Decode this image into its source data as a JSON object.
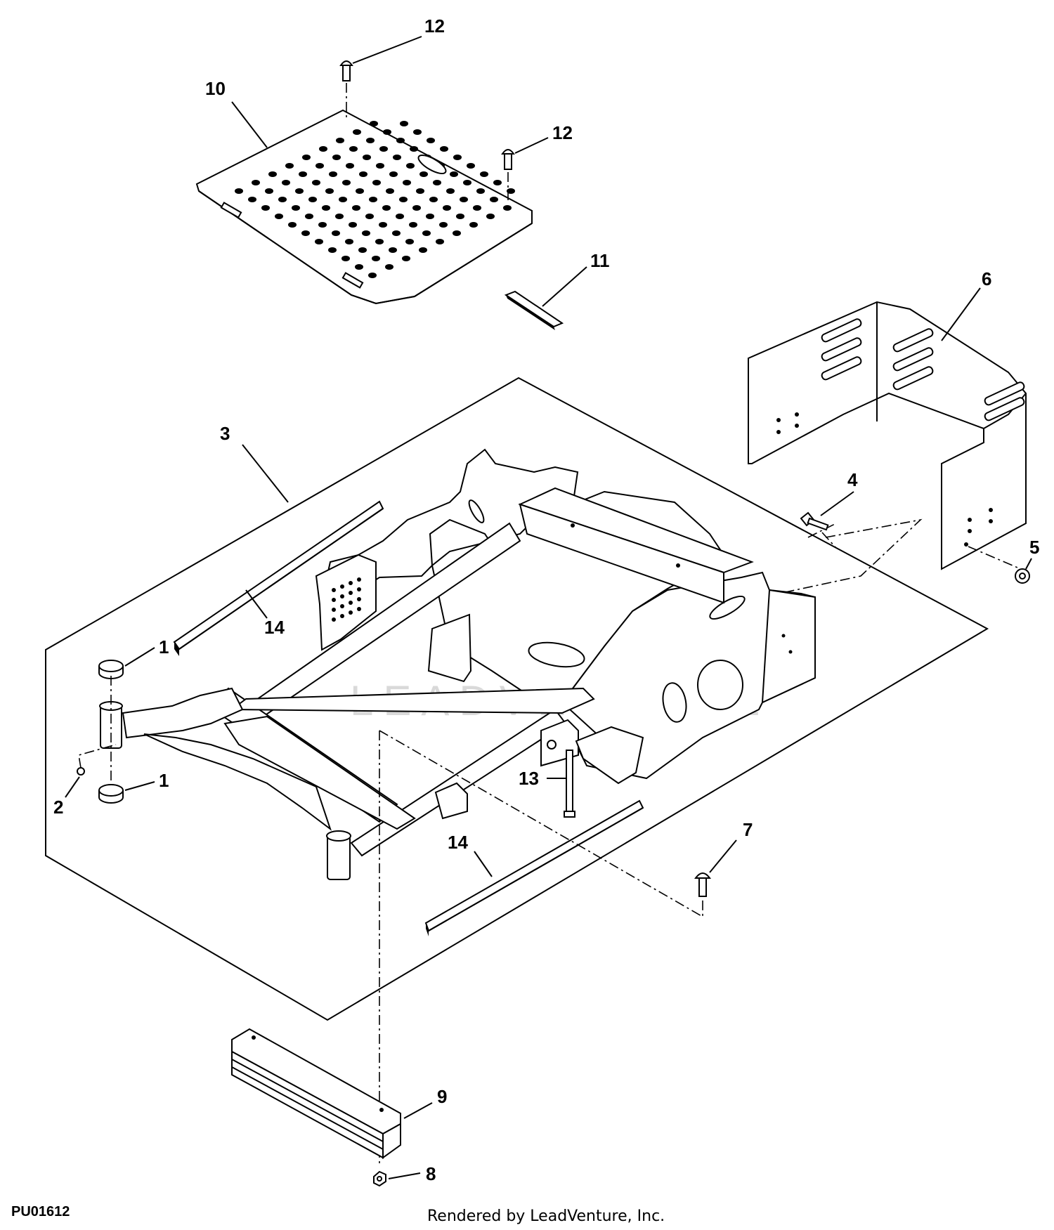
{
  "diagram": {
    "figure_code": "PU01612",
    "credit": "Rendered by LeadVenture, Inc.",
    "watermark": "LEADVENTURE",
    "callouts": {
      "c1a": "1",
      "c1b": "1",
      "c2": "2",
      "c3": "3",
      "c4": "4",
      "c5": "5",
      "c6": "6",
      "c7": "7",
      "c8": "8",
      "c9": "9",
      "c10": "10",
      "c11": "11",
      "c12a": "12",
      "c12b": "12",
      "c13": "13",
      "c14a": "14",
      "c14b": "14"
    }
  }
}
